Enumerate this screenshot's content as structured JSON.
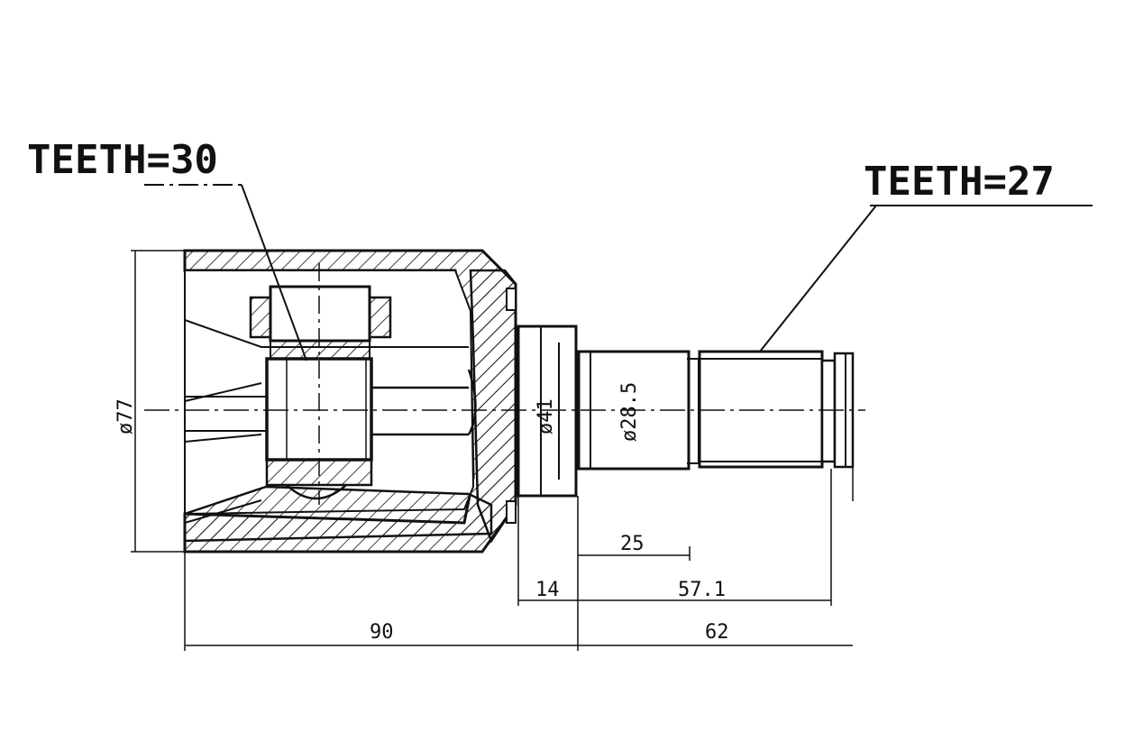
{
  "labels": {
    "teeth_left": "TEETH=30",
    "teeth_right": "TEETH=27"
  },
  "dimensions": {
    "dia_outer": "ø77",
    "dia_flange": "ø41",
    "dia_shaft": "ø28.5",
    "len_25": "25",
    "len_14": "14",
    "len_57_1": "57.1",
    "len_90": "90",
    "len_62": "62"
  },
  "colors": {
    "ink": "#111111",
    "paper": "#ffffff"
  }
}
